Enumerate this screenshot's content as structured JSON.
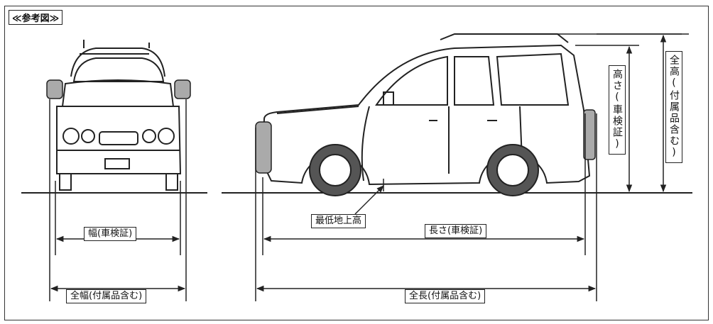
{
  "title": "≪参考図≫",
  "labels": {
    "width": "幅(車検証)",
    "overall_width": "全幅(付属品含む)",
    "min_ground_clearance": "最低地上高",
    "length": "長さ(車検証)",
    "overall_length": "全長(付属品含む)",
    "height": "高さ(車検証)",
    "overall_height": "全高(付属品含む)"
  },
  "colors": {
    "line": "#222222",
    "tire": "#555555",
    "background": "#ffffff"
  }
}
